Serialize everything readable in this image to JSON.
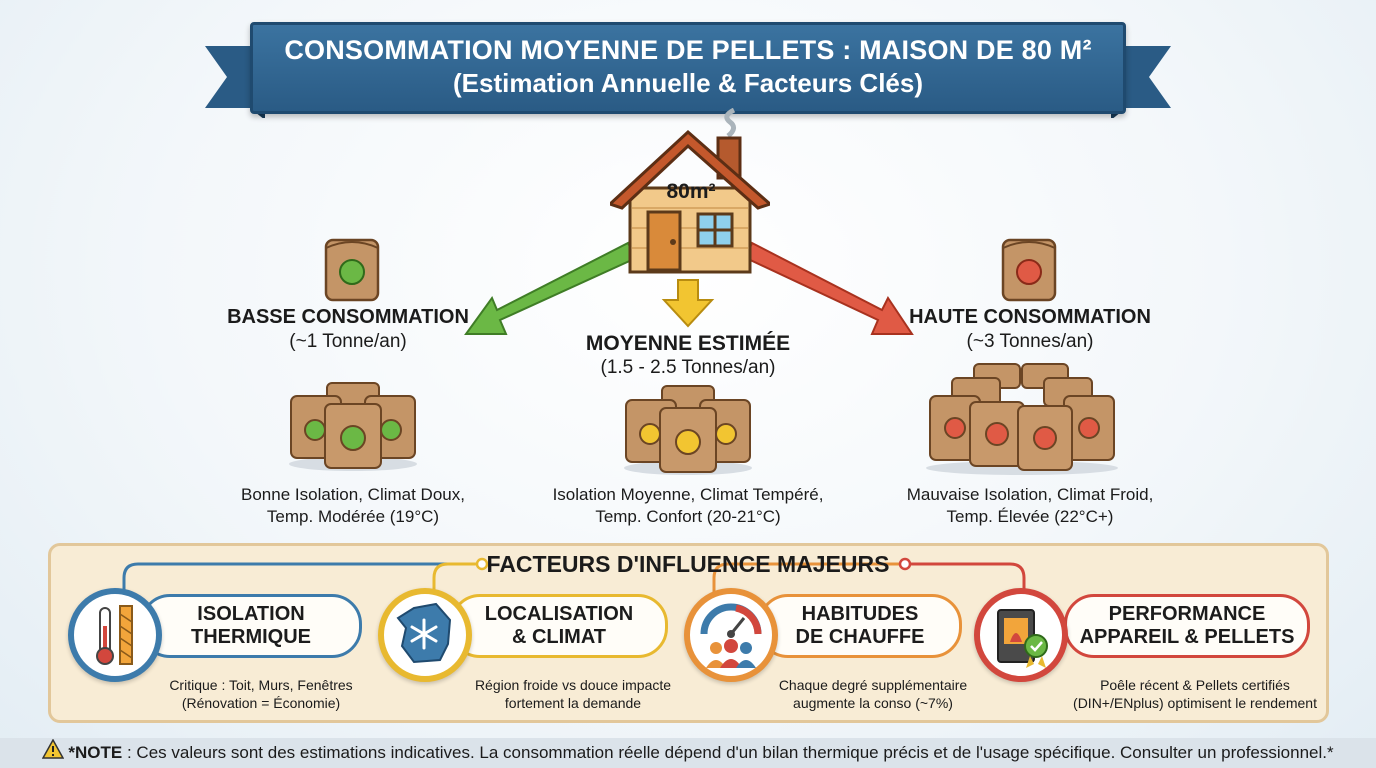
{
  "banner": {
    "title": "CONSOMMATION MOYENNE DE PELLETS : MAISON DE 80 M²",
    "subtitle": "(Estimation Annuelle & Facteurs Clés)"
  },
  "house": {
    "label": "80m²"
  },
  "columns": {
    "low": {
      "title": "BASSE CONSOMMATION",
      "amount": "(~1 Tonne/an)",
      "desc_line1": "Bonne Isolation, Climat Doux,",
      "desc_line2": "Temp. Modérée (19°C)",
      "color": "#6bb845"
    },
    "mid": {
      "title": "MOYENNE ESTIMÉE",
      "amount": "(1.5 - 2.5 Tonnes/an)",
      "desc_line1": "Isolation Moyenne, Climat Tempéré,",
      "desc_line2": "Temp. Confort (20-21°C)",
      "color": "#f2c531"
    },
    "high": {
      "title": "HAUTE CONSOMMATION",
      "amount": "(~3 Tonnes/an)",
      "desc_line1": "Mauvaise Isolation, Climat Froid,",
      "desc_line2": "Temp. Élevée (22°C+)",
      "color": "#e05a45"
    }
  },
  "factors": {
    "title": "FACTEURS D'INFLUENCE MAJEURS",
    "items": [
      {
        "line1": "ISOLATION",
        "line2": "THERMIQUE",
        "desc1": "Critique : Toit, Murs, Fenêtres",
        "desc2": "(Rénovation = Économie)",
        "color": "#3d7bab",
        "icon": "thermometer-insulation-icon"
      },
      {
        "line1": "LOCALISATION",
        "line2": "& CLIMAT",
        "desc1": "Région froide vs douce impacte",
        "desc2": "fortement la demande",
        "color": "#e8b930",
        "icon": "france-snowflake-icon"
      },
      {
        "line1": "HABITUDES",
        "line2": "DE CHAUFFE",
        "desc1": "Chaque degré supplémentaire",
        "desc2": "augmente la conso (~7%)",
        "color": "#e8923a",
        "icon": "gauge-people-icon"
      },
      {
        "line1": "PERFORMANCE",
        "line2": "APPAREIL & PELLETS",
        "desc1": "Poêle récent & Pellets certifiés",
        "desc2": "(DIN+/ENplus) optimisent le rendement",
        "color": "#d2473d",
        "icon": "stove-certified-icon"
      }
    ]
  },
  "note": {
    "label": "*NOTE",
    "text": " : Ces valeurs sont des estimations indicatives. La consommation réelle dépend d'un bilan thermique précis et de l'usage spécifique. Consulter un professionnel.*"
  }
}
